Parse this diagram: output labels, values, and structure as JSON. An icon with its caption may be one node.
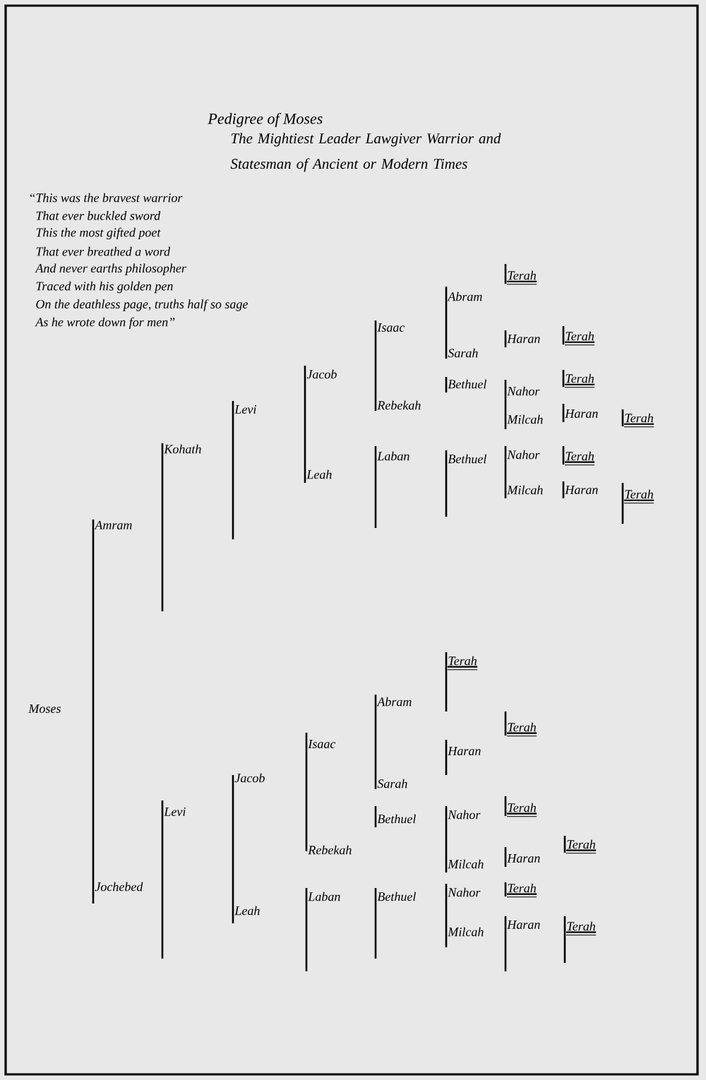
{
  "diagram": {
    "title": "Pedigree of Moses",
    "nodes": [
      {
        "text": [
          "Moses"
        ]
      },
      {
        "text": [
          "Amram"
        ]
      },
      {
        "text": [
          "Kohath"
        ]
      },
      {
        "text": [
          "Levi"
        ]
      },
      {
        "text": [
          "Jacob"
        ]
      },
      {
        "text": [
          "Isaac"
        ]
      },
      {
        "text": [
          "Abram"
        ]
      },
      {
        "text": [
          "Terah"
        ]
      },
      {
        "text": [
          "Sarah"
        ]
      },
      {
        "text": [
          "Haran"
        ]
      },
      {
        "text": [
          "Terah"
        ]
      },
      {
        "text": [
          "Rebekah"
        ]
      },
      {
        "text": [
          "Bethuel"
        ]
      },
      {
        "text": [
          "Nahor"
        ]
      },
      {
        "text": [
          "Terah"
        ]
      },
      {
        "text": [
          "Milcah"
        ]
      },
      {
        "text": [
          "Haran"
        ]
      },
      {
        "text": [
          "Terah"
        ]
      },
      {
        "text": [
          "Leah"
        ]
      },
      {
        "text": [
          "Laban"
        ]
      },
      {
        "text": [
          "Bethuel"
        ]
      },
      {
        "text": [
          "Nahor"
        ]
      },
      {
        "text": [
          "Terah"
        ]
      },
      {
        "text": [
          "Milcah"
        ]
      },
      {
        "text": [
          "Haran"
        ]
      },
      {
        "text": [
          "Terah"
        ]
      },
      {
        "text": [
          "Levi"
        ]
      },
      {
        "text": [
          "Jacob"
        ]
      },
      {
        "text": [
          "Isaac"
        ]
      },
      {
        "text": [
          "Abram"
        ]
      },
      {
        "text": [
          "Terah"
        ]
      },
      {
        "text": [
          "Haran"
        ]
      },
      {
        "text": [
          "Terah"
        ]
      },
      {
        "text": [
          "Sarah"
        ]
      },
      {
        "text": [
          "Rebekah"
        ]
      },
      {
        "text": [
          "Bethuel"
        ]
      },
      {
        "text": [
          "Nahor"
        ]
      },
      {
        "text": [
          "Terah"
        ]
      },
      {
        "text": [
          "Milcah"
        ]
      },
      {
        "text": [
          "Haran"
        ]
      },
      {
        "text": [
          "Terah"
        ]
      },
      {
        "text": [
          "Jochebed"
        ]
      },
      {
        "text": [
          "Leah"
        ]
      },
      {
        "text": [
          "Laban"
        ]
      },
      {
        "text": [
          "Bethuel"
        ]
      },
      {
        "text": [
          "Nahor"
        ]
      },
      {
        "text": [
          "Terah"
        ]
      },
      {
        "text": [
          "Milcah"
        ]
      },
      {
        "text": [
          "Haran"
        ]
      },
      {
        "text": [
          "Terah"
        ]
      }
    ],
    "edges": [
      {
        "from": 1,
        "to": 41,
        "arrow": "none"
      },
      {
        "from": 2,
        "to": null,
        "arrow": "none"
      },
      {
        "from": 3,
        "to": null,
        "arrow": "none"
      },
      {
        "from": 4,
        "to": 18,
        "arrow": "none"
      },
      {
        "from": 5,
        "to": 11,
        "arrow": "none"
      },
      {
        "from": 6,
        "to": 8,
        "arrow": "none"
      },
      {
        "from": 7,
        "to": null,
        "arrow": "none"
      },
      {
        "from": 9,
        "to": null,
        "arrow": "none"
      },
      {
        "from": 10,
        "to": null,
        "arrow": "none"
      },
      {
        "from": 12,
        "to": null,
        "arrow": "none"
      },
      {
        "from": 13,
        "to": 15,
        "arrow": "none"
      },
      {
        "from": 14,
        "to": null,
        "arrow": "none"
      },
      {
        "from": 16,
        "to": null,
        "arrow": "none"
      },
      {
        "from": 17,
        "to": null,
        "arrow": "none"
      },
      {
        "from": 19,
        "to": null,
        "arrow": "none"
      },
      {
        "from": 20,
        "to": null,
        "arrow": "none"
      },
      {
        "from": 21,
        "to": 23,
        "arrow": "none"
      },
      {
        "from": 22,
        "to": null,
        "arrow": "none"
      },
      {
        "from": 24,
        "to": null,
        "arrow": "none"
      },
      {
        "from": 25,
        "to": null,
        "arrow": "none"
      },
      {
        "from": 26,
        "to": null,
        "arrow": "none"
      },
      {
        "from": 27,
        "to": 42,
        "arrow": "none"
      },
      {
        "from": 28,
        "to": 34,
        "arrow": "none"
      },
      {
        "from": 29,
        "to": 33,
        "arrow": "none"
      },
      {
        "from": 30,
        "to": null,
        "arrow": "none"
      },
      {
        "from": 31,
        "to": null,
        "arrow": "none"
      },
      {
        "from": 32,
        "to": null,
        "arrow": "none"
      },
      {
        "from": 35,
        "to": null,
        "arrow": "none"
      },
      {
        "from": 36,
        "to": 38,
        "arrow": "none"
      },
      {
        "from": 37,
        "to": null,
        "arrow": "none"
      },
      {
        "from": 39,
        "to": null,
        "arrow": "none"
      },
      {
        "from": 40,
        "to": null,
        "arrow": "none"
      },
      {
        "from": 43,
        "to": null,
        "arrow": "none"
      },
      {
        "from": 44,
        "to": null,
        "arrow": "none"
      },
      {
        "from": 45,
        "to": 47,
        "arrow": "none"
      },
      {
        "from": 46,
        "to": null,
        "arrow": "none"
      },
      {
        "from": 48,
        "to": null,
        "arrow": "none"
      },
      {
        "from": 49,
        "to": null,
        "arrow": "none"
      }
    ],
    "labels": [
      "The Mightiest Leader Lawgiver Warrior and Statesman of Ancient or Modern Times",
      "“This was the bravest warrior",
      "That ever buckled sword",
      "This the most gifted poet",
      "That ever breathed a word",
      "And never earths philosopher",
      "Traced with his golden pen",
      "On the deathless page, truths half so sage",
      "As he wrote down for men”"
    ]
  }
}
